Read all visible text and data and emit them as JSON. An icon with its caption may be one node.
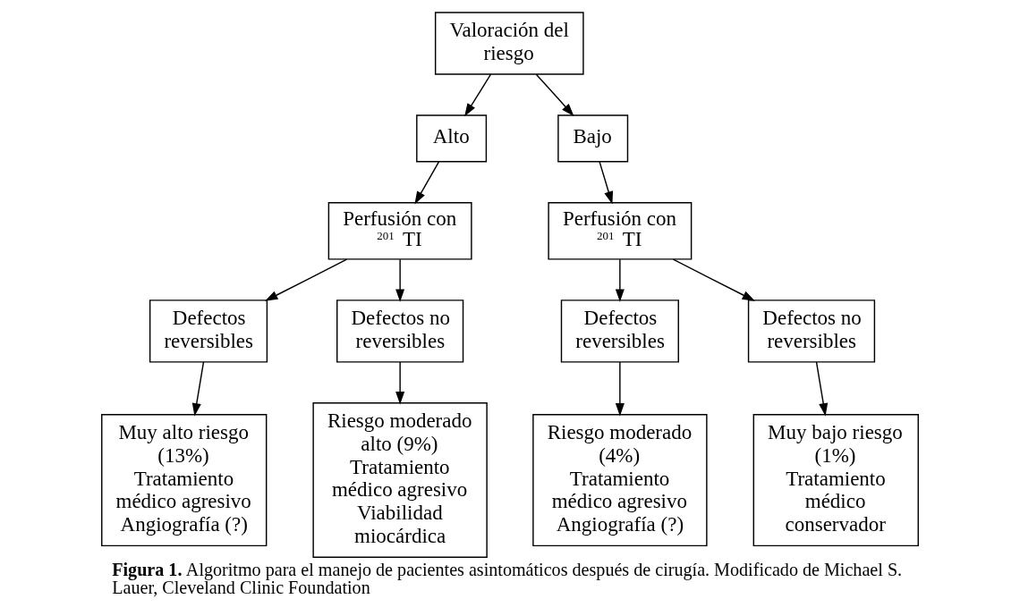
{
  "diagram": {
    "caption": "**Figura 1.** Algoritmo para el manejo de pacientes asintomáticos después de cirugía. Modificado de Michael S. Lauer, Cleveland Clinic Foundation",
    "nodes": [
      {
        "text": [
          "Valoración del riesgo"
        ]
      },
      {
        "text": [
          "Alto"
        ]
      },
      {
        "text": [
          "Bajo"
        ]
      },
      {
        "text": [
          "Perfusión con $^{201}$ TI"
        ]
      },
      {
        "text": [
          "Perfusión con $^{201}$ TI"
        ]
      },
      {
        "text": [
          "Defectos reversibles"
        ]
      },
      {
        "text": [
          "Defectos no reversibles"
        ]
      },
      {
        "text": [
          "Defectos reversibles"
        ]
      },
      {
        "text": [
          "Defectos no reversibles"
        ]
      },
      {
        "text": [
          "Muy alto riesgo (13%)",
          "Tratamiento médico agresivo",
          "Angiografía (?)"
        ]
      },
      {
        "text": [
          "Riesgo moderado alto (9%)",
          "Tratamiento médico agresivo",
          "Viabilidad miocárdica"
        ]
      },
      {
        "text": [
          "Riesgo moderado (4%)",
          "Tratamiento médico agresivo",
          "Angiografía (?)"
        ]
      },
      {
        "text": [
          "Muy bajo riesgo (1%)",
          "Tratamiento médico conservador"
        ]
      }
    ],
    "edges": [
      {
        "from": 0,
        "to": 1,
        "arrow": "to"
      },
      {
        "from": 0,
        "to": 2,
        "arrow": "to"
      },
      {
        "from": 1,
        "to": 3,
        "arrow": "to"
      },
      {
        "from": 2,
        "to": 4,
        "arrow": "to"
      },
      {
        "from": 3,
        "to": 5,
        "arrow": "to"
      },
      {
        "from": 3,
        "to": 6,
        "arrow": "to"
      },
      {
        "from": 4,
        "to": 7,
        "arrow": "to"
      },
      {
        "from": 4,
        "to": 8,
        "arrow": "to"
      },
      {
        "from": 5,
        "to": 9,
        "arrow": "to"
      },
      {
        "from": 6,
        "to": 10,
        "arrow": "to"
      },
      {
        "from": 7,
        "to": 11,
        "arrow": "to"
      },
      {
        "from": 8,
        "to": 12,
        "arrow": "to"
      }
    ]
  }
}
